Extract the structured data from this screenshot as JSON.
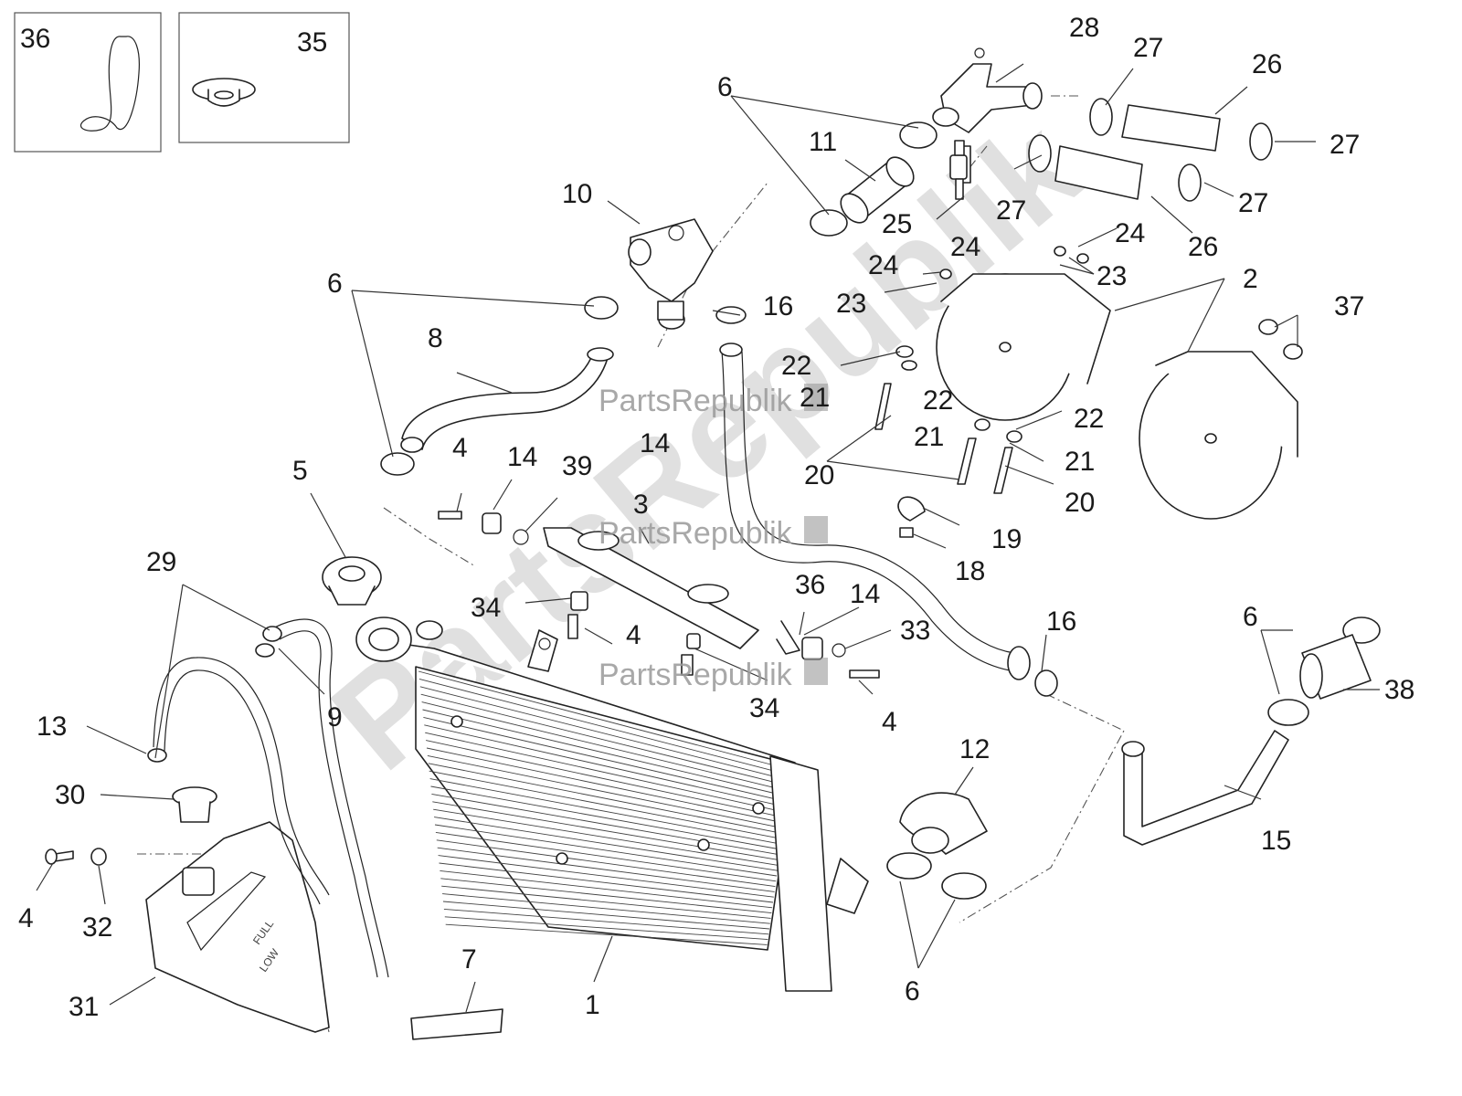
{
  "watermark": {
    "small": "PartsRepublik",
    "large": "PartsRepublik"
  },
  "inset_boxes": [
    {
      "number": "36"
    },
    {
      "number": "35"
    }
  ],
  "callouts": {
    "c1": "1",
    "c2": "2",
    "c3": "3",
    "c4a": "4",
    "c4b": "4",
    "c4c": "4",
    "c4d": "4",
    "c5": "5",
    "c6a": "6",
    "c6b": "6",
    "c6c": "6",
    "c6d": "6",
    "c7": "7",
    "c8": "8",
    "c9": "9",
    "c10": "10",
    "c11": "11",
    "c12": "12",
    "c13": "13",
    "c14a": "14",
    "c14b": "14",
    "c14c": "14",
    "c15": "15",
    "c16a": "16",
    "c16b": "16",
    "c18": "18",
    "c19": "19",
    "c20a": "20",
    "c20b": "20",
    "c21a": "21",
    "c21b": "21",
    "c21c": "21",
    "c22a": "22",
    "c22b": "22",
    "c22c": "22",
    "c23a": "23",
    "c23b": "23",
    "c24a": "24",
    "c24b": "24",
    "c24c": "24",
    "c25": "25",
    "c26a": "26",
    "c26b": "26",
    "c27a": "27",
    "c27b": "27",
    "c27c": "27",
    "c27d": "27",
    "c28": "28",
    "c29": "29",
    "c30": "30",
    "c31": "31",
    "c32": "32",
    "c33": "33",
    "c34a": "34",
    "c34b": "34",
    "c36": "36",
    "c37": "37",
    "c38": "38",
    "c39": "39"
  },
  "tank_marks": {
    "full": "FULL",
    "low": "LOW"
  }
}
